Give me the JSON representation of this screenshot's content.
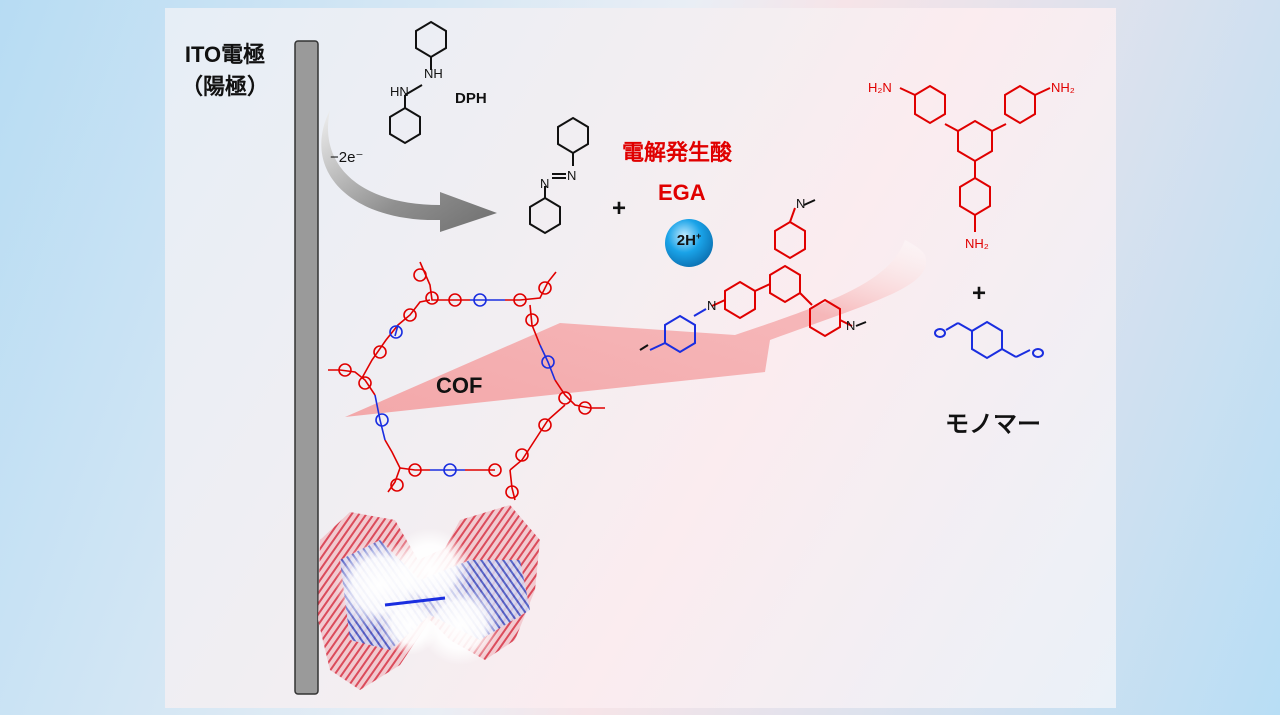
{
  "electrode": {
    "title": "ITO電極",
    "subtitle": "（陽極）"
  },
  "reactant": {
    "label": "DPH",
    "nh_top": "NH",
    "nh_bottom": "HN"
  },
  "electron_transfer": "−2e⁻",
  "product": {
    "azo_n1": "N",
    "azo_n2": "N",
    "plus": "+"
  },
  "acid": {
    "name_jp": "電解発生酸",
    "name_en": "EGA",
    "proton": "2H",
    "proton_charge": "+",
    "color": "#e00000",
    "ball_color": "#1aa3e8"
  },
  "monomers": {
    "amine_labels": [
      "H₂N",
      "NH₂",
      "NH₂"
    ],
    "plus": "+",
    "label": "モノマー",
    "amine_color": "#e00000",
    "aldehyde_color": "#1a2ee0"
  },
  "fragment": {
    "imine_n": [
      "N",
      "N",
      "N"
    ]
  },
  "cof": {
    "label": "COF"
  },
  "colors": {
    "electrode": "#9a9a9a",
    "arrow_gray": "#8a8a8a",
    "arrow_pink": "#f4b6b8"
  }
}
